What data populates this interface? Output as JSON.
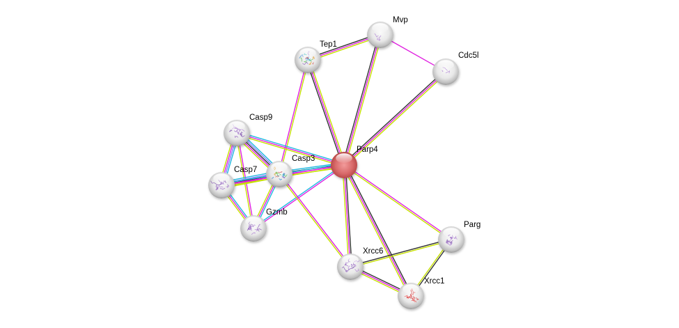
{
  "diagram": {
    "type": "protein-interaction-network",
    "query_protein": "Parp4",
    "colors": {
      "query_node": "#d05a5a",
      "neighbor_node": "#e6e6e6",
      "edge_textmining": "#c6e000",
      "edge_experiments": "#e020e0",
      "edge_coexpression": "#333333",
      "edge_databases": "#20b8e0",
      "edge_homology": "#8080ff"
    },
    "nodes": [
      {
        "id": "Mvp",
        "label": "Mvp",
        "query": false,
        "structure": "sparse-purple"
      },
      {
        "id": "Tep1",
        "label": "Tep1",
        "query": false,
        "structure": "rainbow"
      },
      {
        "id": "Cdc5l",
        "label": "Cdc5l",
        "query": false,
        "structure": "sparse-purple"
      },
      {
        "id": "Casp9",
        "label": "Casp9",
        "query": false,
        "structure": "purple"
      },
      {
        "id": "Parp4",
        "label": "Parp4",
        "query": true,
        "structure": "none"
      },
      {
        "id": "Casp3",
        "label": "Casp3",
        "query": false,
        "structure": "rainbow"
      },
      {
        "id": "Casp7",
        "label": "Casp7",
        "query": false,
        "structure": "purple"
      },
      {
        "id": "Gzmb",
        "label": "Gzmb",
        "query": false,
        "structure": "purple"
      },
      {
        "id": "Parg",
        "label": "Parg",
        "query": false,
        "structure": "purple"
      },
      {
        "id": "Xrcc6",
        "label": "Xrcc6",
        "query": false,
        "structure": "purple"
      },
      {
        "id": "Xrcc1",
        "label": "Xrcc1",
        "query": false,
        "structure": "red"
      }
    ],
    "edges": [
      {
        "source": "Tep1",
        "target": "Mvp",
        "evidence": [
          "coexpression",
          "experiments",
          "textmining"
        ]
      },
      {
        "source": "Mvp",
        "target": "Cdc5l",
        "evidence": [
          "experiments"
        ]
      },
      {
        "source": "Mvp",
        "target": "Parp4",
        "evidence": [
          "textmining",
          "experiments",
          "coexpression"
        ]
      },
      {
        "source": "Tep1",
        "target": "Parp4",
        "evidence": [
          "textmining",
          "experiments",
          "coexpression"
        ]
      },
      {
        "source": "Tep1",
        "target": "Casp3",
        "evidence": [
          "textmining",
          "experiments"
        ]
      },
      {
        "source": "Cdc5l",
        "target": "Parp4",
        "evidence": [
          "textmining",
          "experiments",
          "coexpression"
        ]
      },
      {
        "source": "Casp9",
        "target": "Parp4",
        "evidence": [
          "databases",
          "experiments",
          "textmining"
        ]
      },
      {
        "source": "Casp9",
        "target": "Casp3",
        "evidence": [
          "databases",
          "homology",
          "coexpression",
          "experiments",
          "textmining"
        ]
      },
      {
        "source": "Casp9",
        "target": "Casp7",
        "evidence": [
          "databases",
          "homology",
          "experiments",
          "textmining"
        ]
      },
      {
        "source": "Casp9",
        "target": "Gzmb",
        "evidence": [
          "experiments",
          "textmining"
        ]
      },
      {
        "source": "Casp3",
        "target": "Parp4",
        "evidence": [
          "databases",
          "coexpression",
          "experiments",
          "textmining"
        ]
      },
      {
        "source": "Casp7",
        "target": "Casp3",
        "evidence": [
          "databases",
          "homology",
          "coexpression",
          "experiments",
          "textmining"
        ]
      },
      {
        "source": "Casp7",
        "target": "Parp4",
        "evidence": [
          "databases",
          "experiments",
          "textmining"
        ]
      },
      {
        "source": "Casp7",
        "target": "Gzmb",
        "evidence": [
          "databases",
          "experiments",
          "textmining"
        ]
      },
      {
        "source": "Casp3",
        "target": "Gzmb",
        "evidence": [
          "databases",
          "experiments",
          "textmining"
        ]
      },
      {
        "source": "Gzmb",
        "target": "Parp4",
        "evidence": [
          "databases",
          "experiments"
        ]
      },
      {
        "source": "Casp3",
        "target": "Xrcc6",
        "evidence": [
          "experiments",
          "textmining"
        ]
      },
      {
        "source": "Parp4",
        "target": "Xrcc6",
        "evidence": [
          "coexpression",
          "experiments",
          "textmining"
        ]
      },
      {
        "source": "Parp4",
        "target": "Xrcc1",
        "evidence": [
          "coexpression",
          "experiments",
          "textmining"
        ]
      },
      {
        "source": "Parp4",
        "target": "Parg",
        "evidence": [
          "experiments",
          "textmining"
        ]
      },
      {
        "source": "Xrcc6",
        "target": "Parg",
        "evidence": [
          "coexpression",
          "textmining"
        ]
      },
      {
        "source": "Xrcc6",
        "target": "Xrcc1",
        "evidence": [
          "coexpression",
          "experiments",
          "textmining"
        ]
      },
      {
        "source": "Parg",
        "target": "Xrcc1",
        "evidence": [
          "coexpression",
          "textmining"
        ]
      }
    ]
  }
}
